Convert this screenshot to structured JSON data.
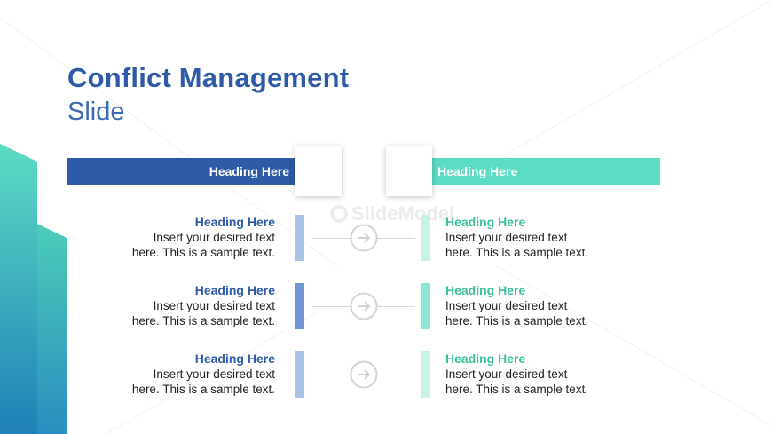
{
  "title": {
    "line1": "Conflict Management",
    "line2": "Slide"
  },
  "columns": {
    "left_heading": "Heading Here",
    "right_heading": "Heading Here"
  },
  "watermark": "SlideModel",
  "rows": [
    {
      "left": {
        "heading": "Heading Here",
        "line1": "Insert your desired text",
        "line2": "here. This is a sample text."
      },
      "right": {
        "heading": "Heading Here",
        "line1": "Insert your desired text",
        "line2": "here. This is a sample text."
      },
      "left_bar_color": "#a9c2e6",
      "right_bar_color": "#c8f1e8"
    },
    {
      "left": {
        "heading": "Heading Here",
        "line1": "Insert your desired text",
        "line2": "here. This is a sample text."
      },
      "right": {
        "heading": "Heading Here",
        "line1": "Insert your desired text",
        "line2": "here. This is a sample text."
      },
      "left_bar_color": "#6f95d2",
      "right_bar_color": "#8de5d3"
    },
    {
      "left": {
        "heading": "Heading Here",
        "line1": "Insert your desired text",
        "line2": "here. This is a sample text."
      },
      "right": {
        "heading": "Heading Here",
        "line1": "Insert your desired text",
        "line2": "here. This is a sample text."
      },
      "left_bar_color": "#a9c2e6",
      "right_bar_color": "#c8f1e8"
    }
  ],
  "colors": {
    "primary_blue": "#2f5aa8",
    "accent_teal": "#5cdcc3",
    "heading_teal": "#3bbf9f"
  },
  "icons": {
    "connector": "arrow-right-circle-icon"
  }
}
